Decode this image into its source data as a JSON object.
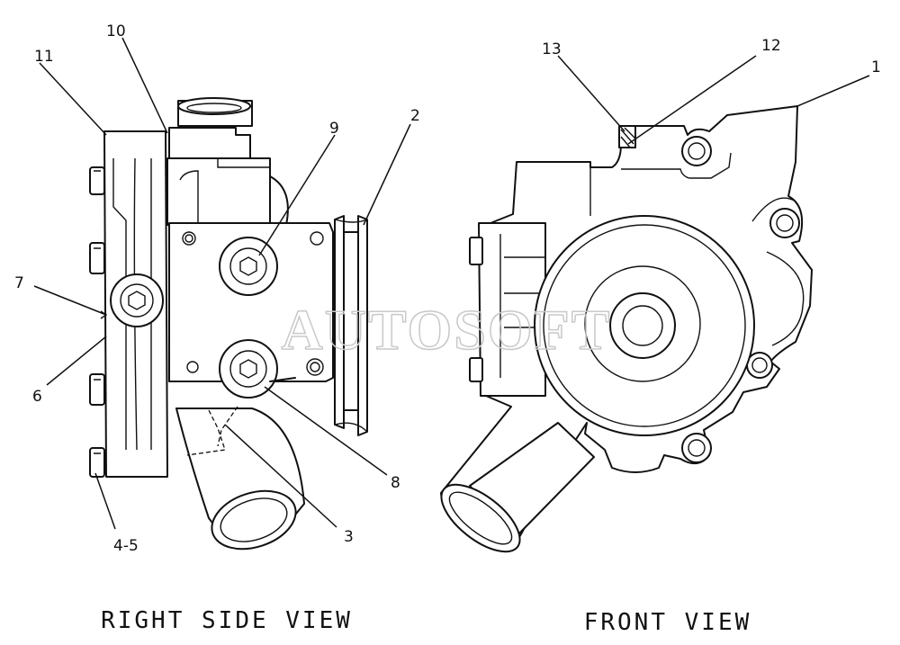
{
  "callouts": {
    "c1": "1",
    "c2": "2",
    "c3": "3",
    "c45": "4-5",
    "c6": "6",
    "c7": "7",
    "c8": "8",
    "c9": "9",
    "c10": "10",
    "c11": "11",
    "c12": "12",
    "c13": "13"
  },
  "views": {
    "right_side": "RIGHT SIDE VIEW",
    "front": "FRONT VIEW"
  },
  "watermark": "AUTOSOFT"
}
